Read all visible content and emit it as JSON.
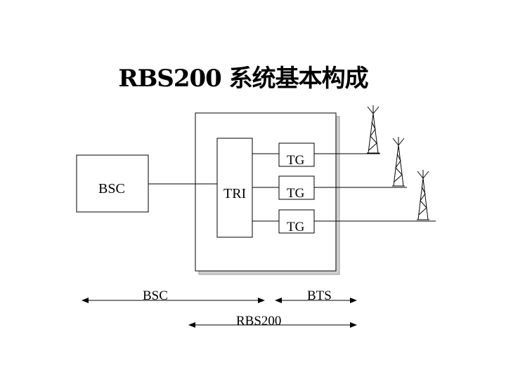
{
  "title": "RBS200  系统基本构成",
  "blocks": {
    "bsc_label": "BSC",
    "tri_label": "TRI",
    "tg_labels": [
      "TG",
      "TG",
      "TG"
    ]
  },
  "spans": {
    "bsc": "BSC",
    "bts": "BTS",
    "rbs200": "RBS200"
  }
}
